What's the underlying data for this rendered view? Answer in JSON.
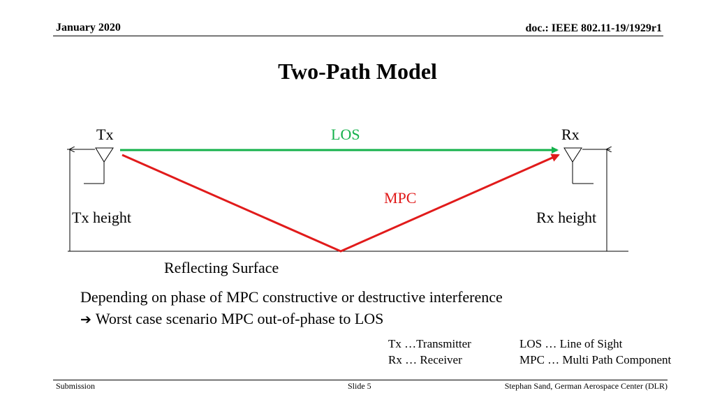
{
  "header": {
    "date": "January 2020",
    "doc": "doc.: IEEE 802.11-19/1929r1"
  },
  "title": "Two-Path Model",
  "diagram": {
    "tx_label": "Tx",
    "rx_label": "Rx",
    "los_label": "LOS",
    "mpc_label": "MPC",
    "tx_height_label": "Tx height",
    "rx_height_label": "Rx height",
    "surface_label": "Reflecting Surface",
    "colors": {
      "los": "#14b14b",
      "mpc": "#e11b1b"
    }
  },
  "body": {
    "line1": "Depending on phase of MPC constructive or destructive interference",
    "arrow_icon": "right-arrow-icon",
    "line2": "Worst case scenario MPC out-of-phase to LOS"
  },
  "legend": {
    "tx": "Tx …Transmitter",
    "rx": "Rx … Receiver",
    "los": "LOS … Line of Sight",
    "mpc": "MPC … Multi Path Component"
  },
  "footer": {
    "left": "Submission",
    "center": "Slide 5",
    "right": "Stephan Sand, German Aerospace Center (DLR)"
  }
}
